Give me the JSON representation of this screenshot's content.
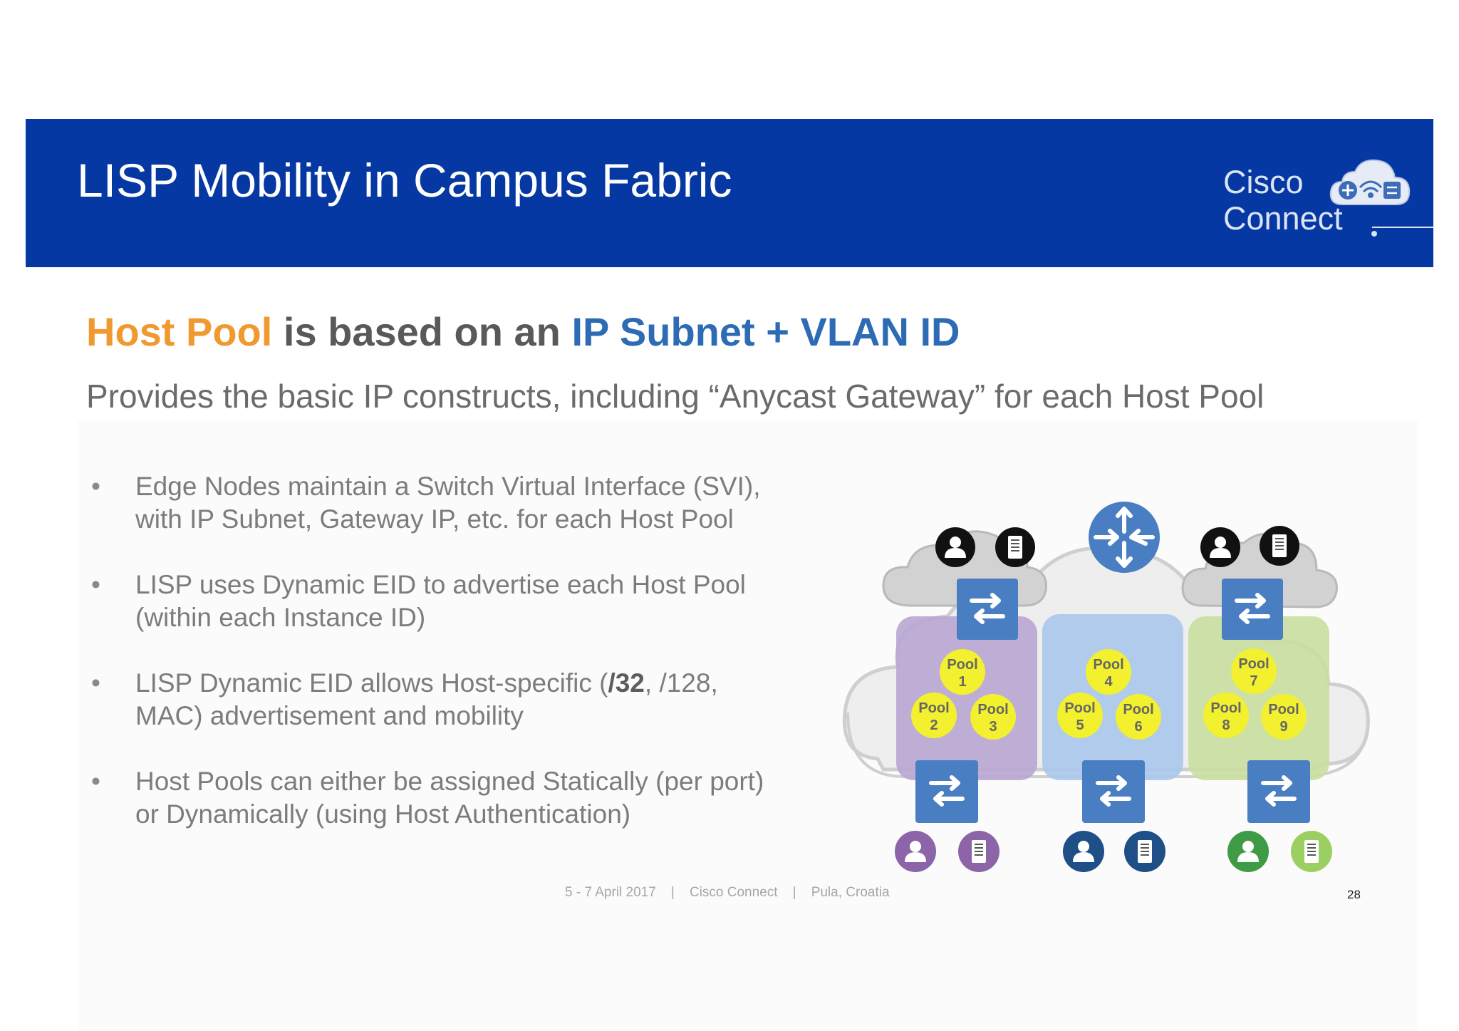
{
  "header": {
    "title": "LISP Mobility in Campus Fabric",
    "brand_line1": "Cisco",
    "brand_line2": "Connect"
  },
  "headline": {
    "part1": "Host Pool",
    "part2": " is based on an ",
    "part3": "IP Subnet + VLAN ID"
  },
  "subheadline": "Provides the basic IP constructs, including “Anycast Gateway” for each Host Pool",
  "bullets": [
    {
      "marker": "•",
      "line1": "Edge Nodes maintain a Switch Virtual Interface (SVI),",
      "line2": "with IP Subnet, Gateway IP, etc. for each Host Pool"
    },
    {
      "marker": "•",
      "line1": "LISP uses Dynamic EID to advertise each Host Pool",
      "line2": "(within each Instance ID)"
    },
    {
      "marker": "•",
      "line1_a": "LISP Dynamic EID allows Host-specific (",
      "line1_b": "/32",
      "line1_c": ", /128,",
      "line2": "MAC) advertisement and mobility"
    },
    {
      "marker": "•",
      "line1": "Host Pools can either be assigned Statically (per port)",
      "line2": "or Dynamically (using Host Authentication)"
    }
  ],
  "diagram": {
    "pools": [
      {
        "word": "Pool",
        "num": "1"
      },
      {
        "word": "Pool",
        "num": "2"
      },
      {
        "word": "Pool",
        "num": "3"
      },
      {
        "word": "Pool",
        "num": "4"
      },
      {
        "word": "Pool",
        "num": "5"
      },
      {
        "word": "Pool",
        "num": "6"
      },
      {
        "word": "Pool",
        "num": "7"
      },
      {
        "word": "Pool",
        "num": "8"
      },
      {
        "word": "Pool",
        "num": "9"
      }
    ],
    "colors": {
      "switch": "#4a7ec3",
      "pool_fill": "#f3f02f",
      "zone_purple": "#b8a6d1",
      "zone_blue": "#a8c6ea",
      "zone_green": "#c9dea0",
      "endpoint_purple": "#8c64a8",
      "endpoint_navy": "#1e4f86",
      "endpoint_green": "#3f9b45",
      "endpoint_lightgreen": "#9ccf62"
    },
    "icons": [
      "cloud-icon",
      "router-icon",
      "switch-icon",
      "user-icon",
      "server-icon"
    ]
  },
  "footer": {
    "text": "5 - 7 April 2017    |    Cisco Connect    |    Pula, Croatia",
    "page_number": "28"
  }
}
